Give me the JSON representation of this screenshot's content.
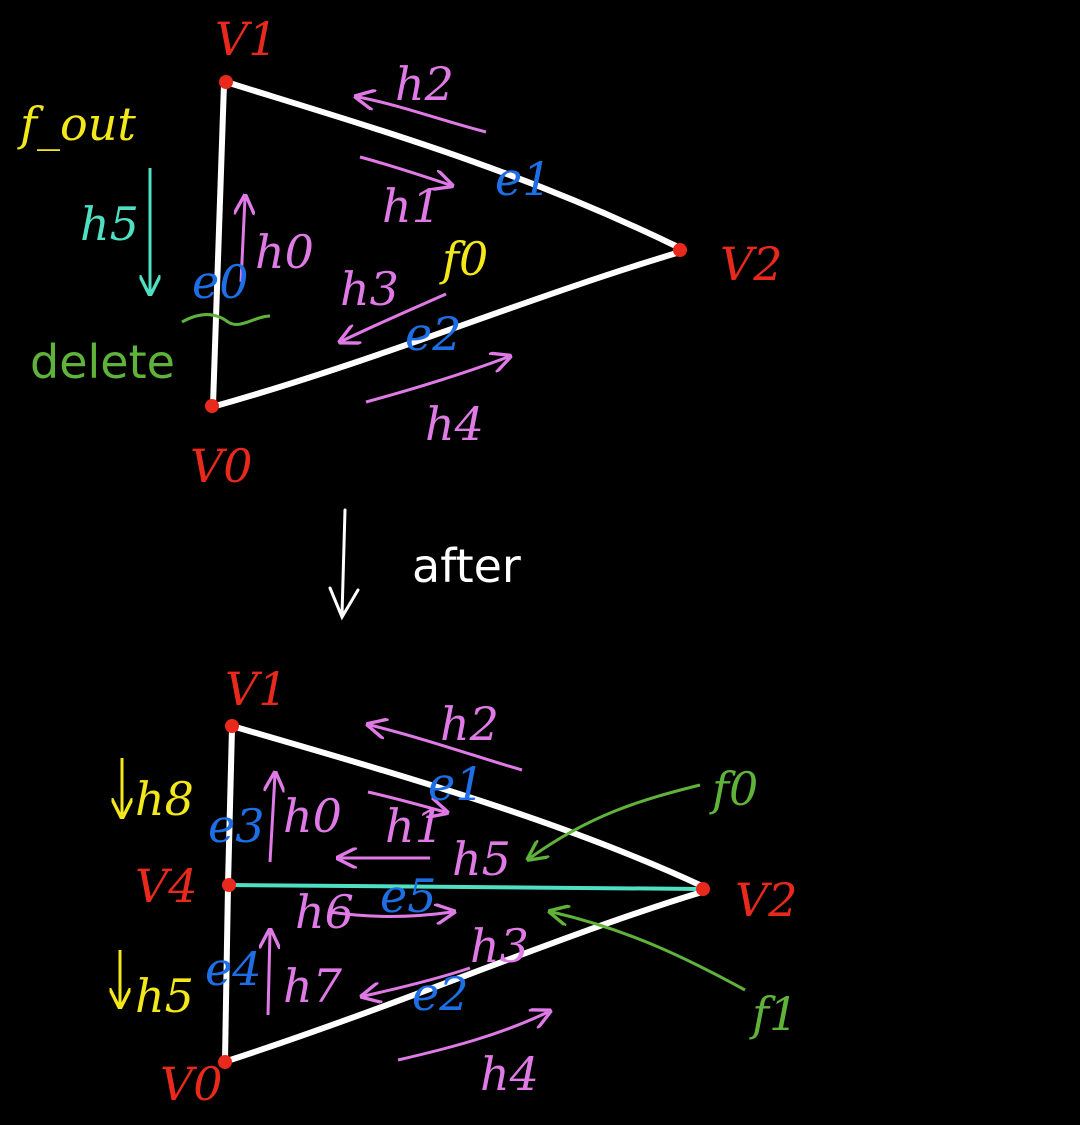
{
  "colors": {
    "background": "#000000",
    "edge": "#ffffff",
    "vertex": "#e8291c",
    "halfedge": "#e07ae6",
    "edge_label": "#1e6fe6",
    "face_label_top": "#f2e81a",
    "face_label_bottom": "#5fb23a",
    "new_edge": "#4fe0c4",
    "delete_label": "#5fb23a",
    "outer_halfedge_top": "#4fe0c4",
    "outer_halfedge_bottom": "#f2e81a",
    "caption": "#ffffff"
  },
  "before": {
    "vertices": [
      "V1",
      "V2",
      "V0"
    ],
    "edges": [
      "e1",
      "e2",
      "e0"
    ],
    "halfedges": [
      "h2",
      "h1",
      "h0",
      "h3",
      "h4",
      "h5"
    ],
    "faces": [
      "f0",
      "f_out"
    ],
    "delete_label": "delete"
  },
  "transition": {
    "caption": "after",
    "arrow_icon": "down-arrow-icon"
  },
  "after": {
    "vertices": [
      "V1",
      "V4",
      "V2",
      "V0"
    ],
    "edges": [
      "e1",
      "e3",
      "e5",
      "e4",
      "e2"
    ],
    "halfedges": [
      "h2",
      "h8",
      "h0",
      "h1",
      "h5",
      "h6",
      "h3",
      "h5",
      "h7",
      "h4"
    ],
    "faces": [
      "f0",
      "f1"
    ]
  }
}
